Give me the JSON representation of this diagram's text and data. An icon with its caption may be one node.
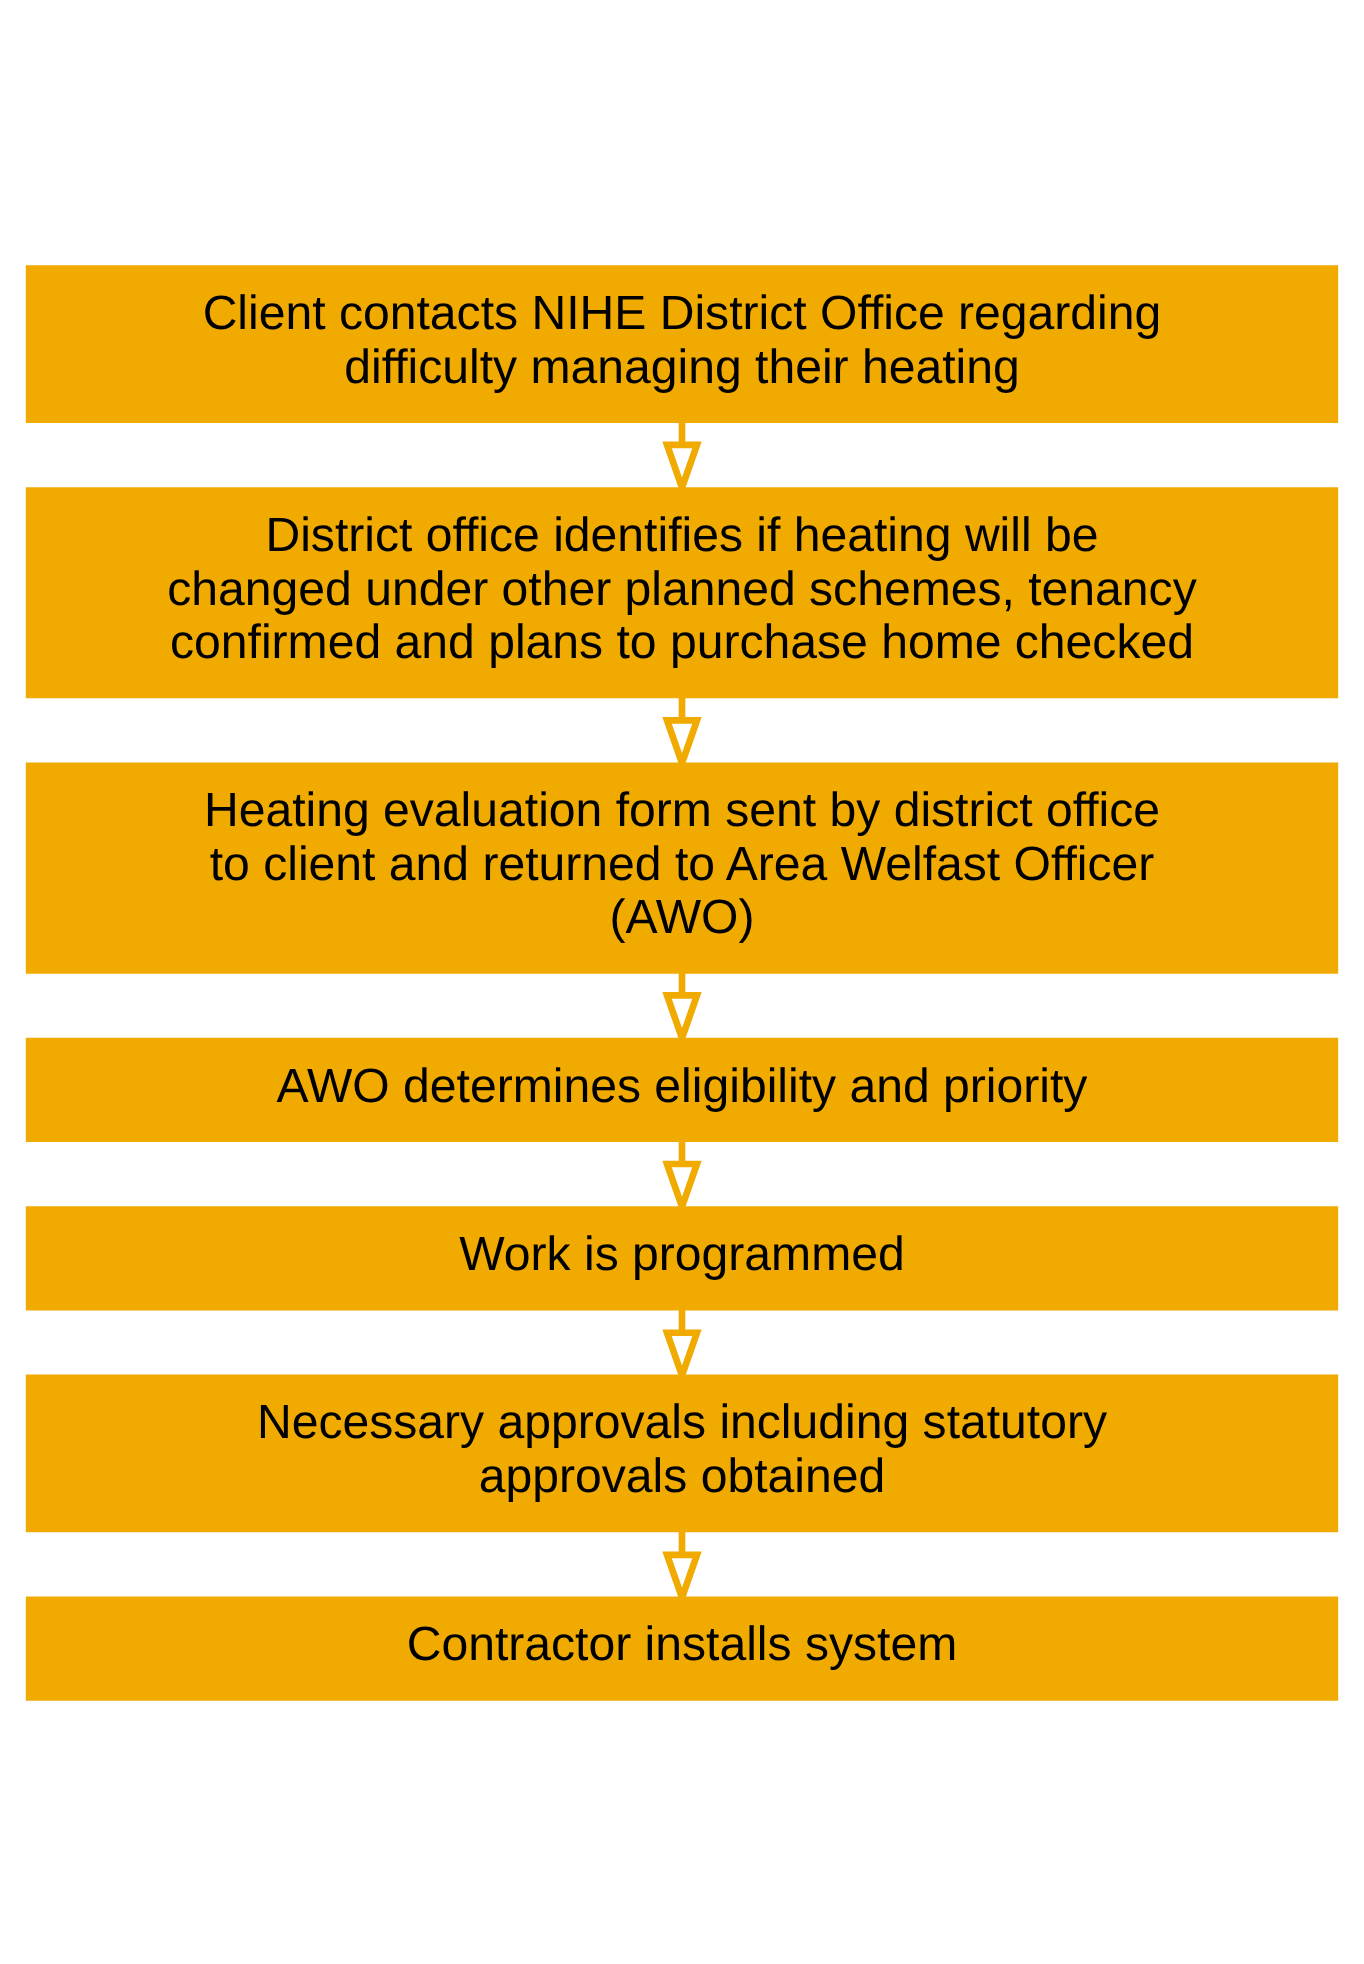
{
  "diagram": {
    "nodes": [
      {
        "text": [
          "Client contacts NIHE District Office regarding difficulty managing their heating"
        ]
      },
      {
        "text": [
          "District office identifies if heating will be changed under other planned schemes, tenancy confirmed and plans to purchase home checked"
        ]
      },
      {
        "text": [
          "Heating evaluation form sent by district office to client and returned to Area Welfast Officer (AWO)"
        ]
      },
      {
        "text": [
          "AWO determines eligibility and priority"
        ]
      },
      {
        "text": [
          "Work is programmed"
        ]
      },
      {
        "text": [
          "Necessary approvals including statutory approvals obtained"
        ]
      },
      {
        "text": [
          "Contractor installs system"
        ]
      }
    ],
    "edges": [
      {
        "from": 0,
        "to": 1,
        "arrow": "to"
      },
      {
        "from": 1,
        "to": 2,
        "arrow": "to"
      },
      {
        "from": 2,
        "to": 3,
        "arrow": "to"
      },
      {
        "from": 3,
        "to": 4,
        "arrow": "to"
      },
      {
        "from": 4,
        "to": 5,
        "arrow": "to"
      },
      {
        "from": 5,
        "to": 6,
        "arrow": "to"
      }
    ]
  }
}
